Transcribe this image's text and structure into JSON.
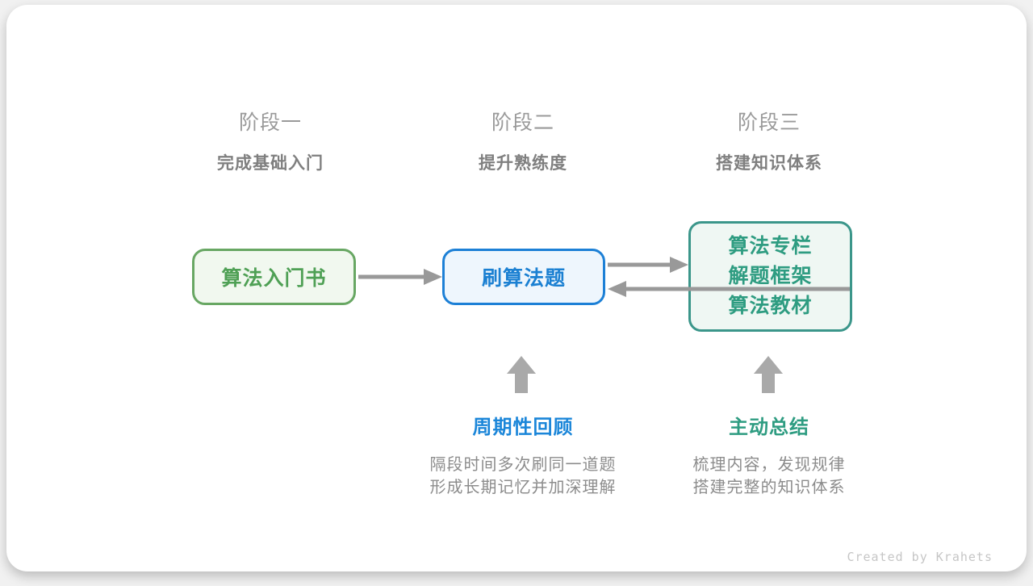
{
  "stages": [
    {
      "label": "阶段一",
      "title": "完成基础入门"
    },
    {
      "label": "阶段二",
      "title": "提升熟练度"
    },
    {
      "label": "阶段三",
      "title": "搭建知识体系"
    }
  ],
  "nodes": {
    "intro_book": {
      "label": "算法入门书"
    },
    "practice": {
      "label": "刷算法题"
    },
    "resources": {
      "lines": [
        "算法专栏",
        "解题框架",
        "算法教材"
      ]
    }
  },
  "annotations": {
    "review": {
      "title": "周期性回顾",
      "desc_lines": [
        "隔段时间多次刷同一道题",
        "形成长期记忆并加深理解"
      ]
    },
    "summarize": {
      "title": "主动总结",
      "desc_lines": [
        "梳理内容，发现规律",
        "搭建完整的知识体系"
      ]
    }
  },
  "footer": {
    "credit": "Created by Krahets"
  },
  "colors": {
    "green_border": "#68a763",
    "green_fill": "#f1f8ef",
    "green_text": "#4fa055",
    "blue_border": "#1d80d6",
    "blue_fill": "#eef6fd",
    "blue_text": "#1b80d2",
    "teal_border": "#3b968a",
    "teal_fill": "#eff7f3",
    "teal_text": "#2e9c81",
    "flow_arrow": "#999999",
    "block_arrow": "#a9a9a9",
    "stage_label": "#9a9a9a",
    "stage_title": "#7f7f7f",
    "desc_text": "#8c8c8c",
    "credit_text": "#c6c6c6",
    "card_bg": "#ffffff",
    "page_bg": "#f1f1f1"
  }
}
